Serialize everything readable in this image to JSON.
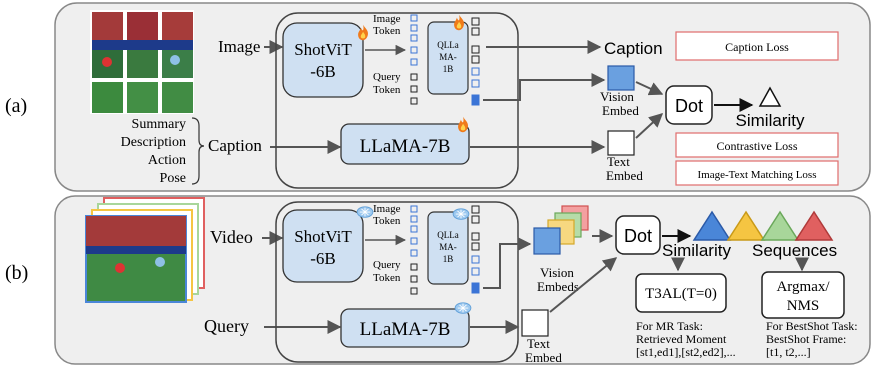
{
  "panel_a": {
    "label": "(a)",
    "input_image": "Image",
    "input_caption": "Caption",
    "caption_types": [
      "Summary",
      "Description",
      "Action",
      "Pose"
    ],
    "vision_encoder": [
      "ShotViT",
      "-6B"
    ],
    "image_token": [
      "Image",
      "Token"
    ],
    "query_token": [
      "Query",
      "Token"
    ],
    "qformer": [
      "QLLa",
      "MA-",
      "1B"
    ],
    "llm": "LLaMA-7B",
    "caption_out": "Caption",
    "vision_embed": [
      "Vision",
      "Embed"
    ],
    "text_embed": [
      "Text",
      "Embed"
    ],
    "dot": "Dot",
    "similarity": "Similarity",
    "losses": [
      "Caption Loss",
      "Contrastive Loss",
      "Image-Text Matching Loss"
    ]
  },
  "panel_b": {
    "label": "(b)",
    "input_video": "Video",
    "input_query": "Query",
    "vision_encoder": [
      "ShotViT",
      "-6B"
    ],
    "image_token": [
      "Image",
      "Token"
    ],
    "query_token": [
      "Query",
      "Token"
    ],
    "qformer": [
      "QLLa",
      "MA-",
      "1B"
    ],
    "llm": "LLaMA-7B",
    "vision_embeds": [
      "Vision",
      "Embeds"
    ],
    "text_embed": [
      "Text",
      "Embed"
    ],
    "dot": "Dot",
    "similarity": "Similarity",
    "sequences": "Sequences",
    "t3al": "T3AL(T=0)",
    "argmax": [
      "Argmax/",
      "NMS"
    ],
    "mr_note": [
      "For MR Task:",
      "Retrieved Moment",
      "[st1,ed1],[st2,ed2],..."
    ],
    "bestshot_note": [
      "For BestShot Task:",
      "BestShot Frame:",
      "[t1, t2,...]"
    ]
  },
  "colors": {
    "panel_bg": "#efefef",
    "module_fill": "#cfe0f2",
    "token_blue": "#3b74d6",
    "loss_border": "#e06c6c",
    "vision_fill": "#6aa0e0",
    "tri_blue": "#4a86d8",
    "tri_yellow": "#f5c542",
    "tri_green": "#a8d69a",
    "tri_red": "#e06060",
    "flame": "#f07a1a",
    "ice": "#9cc8ef"
  }
}
